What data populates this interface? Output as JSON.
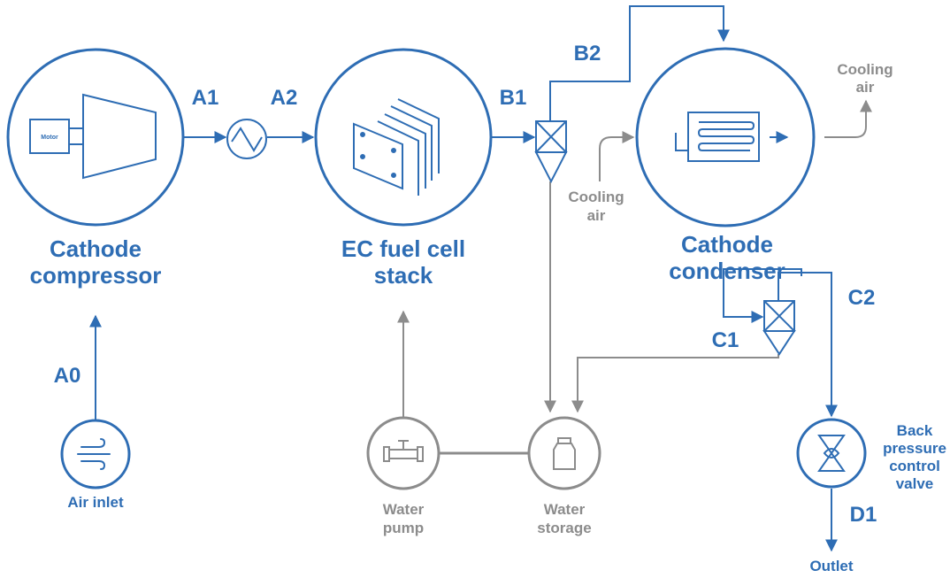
{
  "colors": {
    "primary": "#2e6db4",
    "secondary": "#8c8c8c"
  },
  "components": {
    "cathode_compressor": [
      "Cathode",
      "compressor"
    ],
    "fuel_cell_stack": [
      "EC fuel cell",
      "stack"
    ],
    "cathode_condenser": [
      "Cathode",
      "condenser"
    ],
    "air_inlet": "Air inlet",
    "motor": "Motor",
    "water_pump": [
      "Water",
      "pump"
    ],
    "water_storage": [
      "Water",
      "storage"
    ],
    "back_pressure_valve": [
      "Back",
      "pressure",
      "control",
      "valve"
    ],
    "outlet": "Outlet",
    "cooling_air_in": [
      "Cooling",
      "air"
    ],
    "cooling_air_out": [
      "Cooling",
      "air"
    ]
  },
  "stream_labels": {
    "a0": "A0",
    "a1": "A1",
    "a2": "A2",
    "b1": "B1",
    "b2": "B2",
    "c1": "C1",
    "c2": "C2",
    "d1": "D1"
  },
  "icons": [
    "motor-icon",
    "compressor-icon",
    "heat-exchanger-icon",
    "fuel-cell-plates-icon",
    "separator-icon",
    "condenser-coil-icon",
    "air-inlet-icon",
    "pump-icon",
    "water-bottle-icon",
    "valve-icon"
  ]
}
